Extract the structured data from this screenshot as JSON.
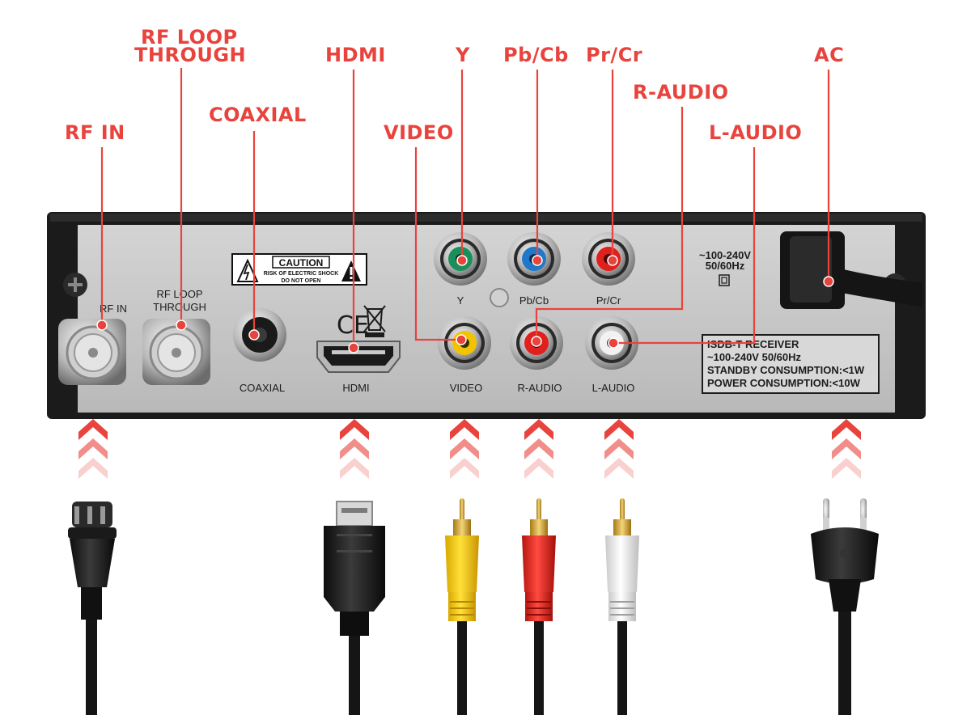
{
  "callouts": {
    "rf_in": "RF IN",
    "rf_loop_line1": "RF LOOP",
    "rf_loop_line2": "THROUGH",
    "coaxial": "COAXIAL",
    "hdmi": "HDMI",
    "video": "VIDEO",
    "y": "Y",
    "pb_cb": "Pb/Cb",
    "pr_cr": "Pr/Cr",
    "r_audio": "R-AUDIO",
    "l_audio": "L-AUDIO",
    "ac": "AC"
  },
  "panel": {
    "rf_in": "RF IN",
    "rf_loop_line1": "RF LOOP",
    "rf_loop_line2": "THROUGH",
    "coaxial": "COAXIAL",
    "hdmi": "HDMI",
    "video": "VIDEO",
    "r_audio": "R-AUDIO",
    "l_audio": "L-AUDIO",
    "y": "Y",
    "pb_cb": "Pb/Cb",
    "pr_cr": "Pr/Cr",
    "caution_title": "CAUTION",
    "caution_line1": "RISK OF ELECTRIC SHOCK",
    "caution_line2": "DO NOT OPEN",
    "ce_mark": "CE",
    "voltage_line1": "~100-240V",
    "voltage_line2": "50/60Hz",
    "spec_line1": "ISDB-T RECEIVER",
    "spec_line2": "~100-240V 50/60Hz",
    "spec_line3": "STANDBY CONSUMPTION:<1W",
    "spec_line4": "POWER CONSUMPTION:<10W"
  },
  "colors": {
    "accent_red": "#e8433c",
    "rca_green": "#1a8f5a",
    "rca_blue": "#1f78c8",
    "rca_red": "#e0201c",
    "rca_yellow": "#f2c300",
    "rca_white": "#f2f2f2",
    "panel_grey": "#c8c8c8",
    "chassis_black": "#1b1b1b"
  },
  "icons": [
    "lightning-warning-icon",
    "weee-bin-icon",
    "double-chevron-up-icon"
  ],
  "cables": [
    "rf-coax-plug",
    "hdmi-plug",
    "yellow-rca-plug",
    "red-rca-plug",
    "white-rca-plug",
    "euro-power-plug"
  ]
}
